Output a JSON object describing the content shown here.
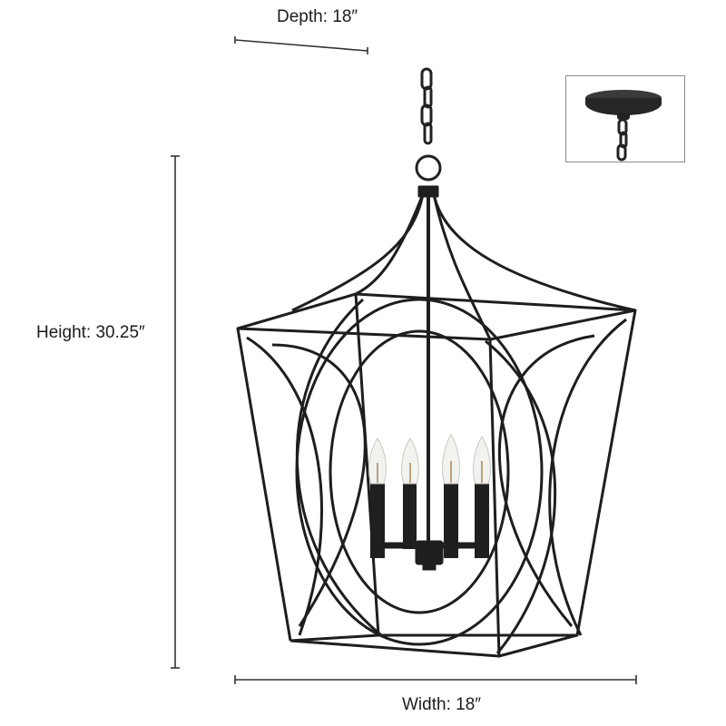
{
  "product": {
    "type": "4-light cage lantern pendant",
    "finish_color": "#1e1e1e",
    "bulb_count": 4
  },
  "dimensions": {
    "depth": {
      "label": "Depth: 18″"
    },
    "height": {
      "label": "Height: 30.25″"
    },
    "width": {
      "label": "Width: 18″"
    }
  },
  "inset": {
    "subject": "ceiling-canopy-detail"
  }
}
